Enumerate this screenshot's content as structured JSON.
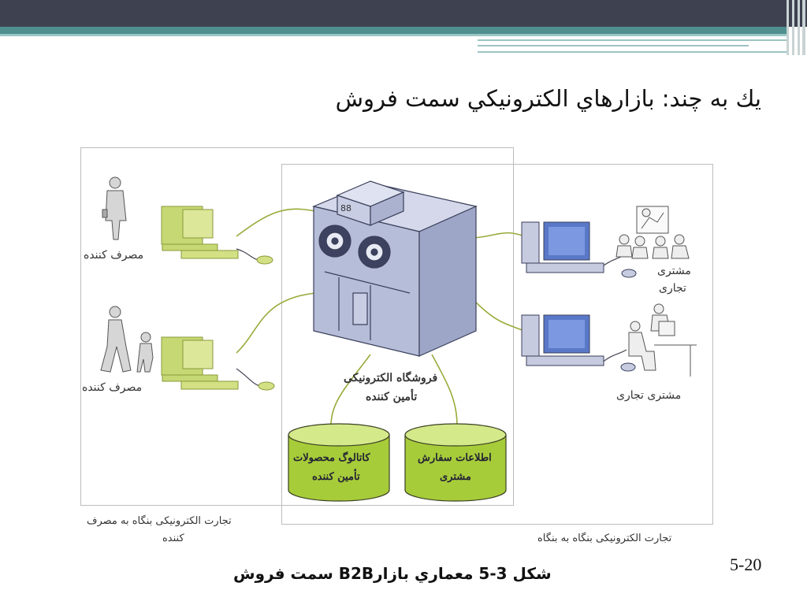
{
  "slide": {
    "title": "يك به چند: بازارهاي الكترونيكي سمت فروش",
    "caption": "شكل 3-5 معماري بازارB2B سمت فروش",
    "page_number": "5-20"
  },
  "diagram": {
    "consumer_top": "مصرف کننده",
    "consumer_bottom": "مصرف کننده",
    "business_customer_top_1": "مشتری",
    "business_customer_top_2": "تجاری",
    "business_customer_bottom": "مشتری تجاری",
    "store_1": "فروشگاه الکترونیکی",
    "store_2": "تأمین کننده",
    "catalog_1": "کاتالوگ محصولات",
    "catalog_2": "تأمین کننده",
    "orders_1": "اطلاعات سفارش",
    "orders_2": "مشتری",
    "b2c_1": "تجارت الکترونیکی بنگاه به مصرف",
    "b2c_2": "کننده",
    "b2b": "تجارت الکترونیکی بنگاه به بنگاه"
  },
  "colors": {
    "topbar": "#3d4150",
    "accent": "#4f8f8f",
    "server": "#b6bdd8",
    "monitor_green": "#c6d874",
    "monitor_blue": "#5a78c8",
    "db_green": "#a7cc3a"
  }
}
